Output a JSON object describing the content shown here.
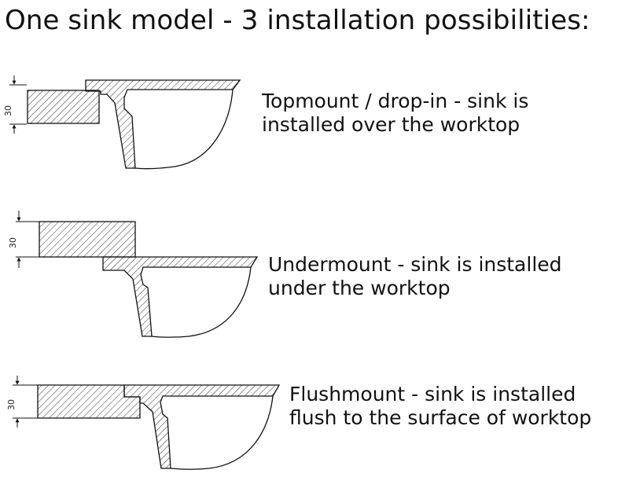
{
  "title": "One sink model - 3 installation possibilities:",
  "installations": [
    {
      "id": "topmount",
      "dimension": "30",
      "description_lines": [
        "Topmount / drop-in - sink is",
        "installed over the worktop"
      ]
    },
    {
      "id": "undermount",
      "dimension": "30",
      "description_lines": [
        "Undermount - sink is installed",
        "under the worktop"
      ]
    },
    {
      "id": "flushmount",
      "dimension": "30",
      "description_lines": [
        "Flushmount - sink is installed",
        "flush to the surface of worktop"
      ]
    }
  ]
}
